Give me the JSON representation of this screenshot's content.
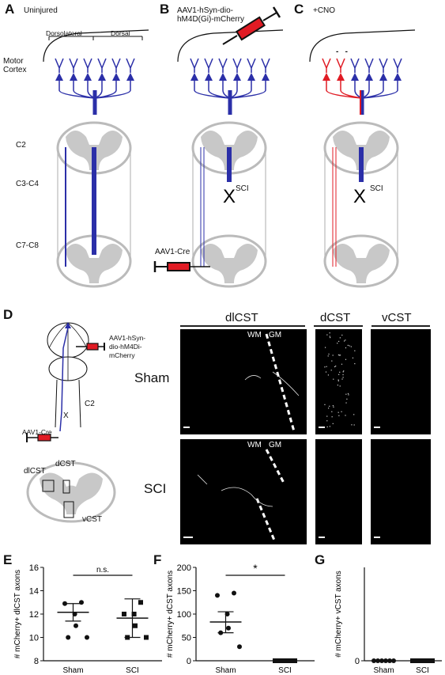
{
  "panels": {
    "A": {
      "letter": "A",
      "title": "Uninjured",
      "motor": "Motor\nCortex",
      "dorsolateral": "Dorsolateral",
      "dorsal": "Dorsal",
      "levels": [
        "C2",
        "C3-C4",
        "C7-C8"
      ]
    },
    "B": {
      "letter": "B",
      "title": "AAV1-hSyn-dio-\nhM4D(Gi)-mCherry",
      "sci": "SCI",
      "cre": "AAV1-Cre"
    },
    "C": {
      "letter": "C",
      "title": "+CNO",
      "sci": "SCI",
      "minus": "-   -"
    },
    "D": {
      "letter": "D",
      "virus": "AAV1-hSyn-\ndio-hM4Di-\nmCherry",
      "c2": "C2",
      "x": "X",
      "cre": "AAV1-Cre",
      "regions": [
        "dlCST",
        "dCST",
        "vCST"
      ],
      "headers": [
        "dlCST",
        "dCST",
        "vCST"
      ],
      "rows": [
        "Sham",
        "SCI"
      ],
      "wm": "WM",
      "gm": "GM"
    },
    "E": {
      "letter": "E"
    },
    "F": {
      "letter": "F"
    },
    "G": {
      "letter": "G"
    }
  },
  "colors": {
    "blue": "#2b2fa8",
    "red": "#e01b24",
    "gray": "#c8c8c8",
    "syringe": "#e01b24"
  },
  "chart_data": [
    {
      "type": "scatter",
      "panel": "E",
      "ylabel": "# mCherry+ dlCST axons",
      "categories": [
        "Sham",
        "SCI"
      ],
      "ylim": [
        8,
        16
      ],
      "yticks": [
        8,
        10,
        12,
        14,
        16
      ],
      "annotation": "n.s.",
      "series": [
        {
          "marker": "circle",
          "x": "Sham",
          "values": [
            13.0,
            12.9,
            12.0,
            11.0,
            10.0,
            10.0
          ],
          "mean": 12.15,
          "sem_low": 11.4,
          "sem_high": 12.9
        },
        {
          "marker": "square",
          "x": "SCI",
          "values": [
            13.0,
            12.0,
            12.0,
            11.0,
            10.0,
            10.0
          ],
          "mean": 11.65,
          "sem_low": 10.0,
          "sem_high": 13.3
        }
      ]
    },
    {
      "type": "scatter",
      "panel": "F",
      "ylabel": "# mCherry+ dCST axons",
      "categories": [
        "Sham",
        "SCI"
      ],
      "ylim": [
        0,
        200
      ],
      "yticks": [
        0,
        50,
        100,
        150,
        200
      ],
      "annotation": "*",
      "series": [
        {
          "marker": "circle",
          "x": "Sham",
          "values": [
            145,
            140,
            100,
            70,
            60,
            30
          ],
          "mean": 83,
          "sem_low": 60,
          "sem_high": 105
        },
        {
          "marker": "square",
          "x": "SCI",
          "values": [
            0,
            0,
            0,
            0,
            0,
            0
          ],
          "mean": 0,
          "sem_low": 0,
          "sem_high": 0
        }
      ]
    },
    {
      "type": "scatter",
      "panel": "G",
      "ylabel": "# mCherry+ vCST axons",
      "categories": [
        "Sham",
        "SCI"
      ],
      "ylim": [
        0,
        200
      ],
      "yticks": [
        0
      ],
      "annotation": "",
      "series": [
        {
          "marker": "circle",
          "x": "Sham",
          "values": [
            0,
            0,
            0,
            0,
            0,
            0
          ]
        },
        {
          "marker": "square",
          "x": "SCI",
          "values": [
            0,
            0,
            0,
            0,
            0,
            0
          ]
        }
      ]
    }
  ]
}
